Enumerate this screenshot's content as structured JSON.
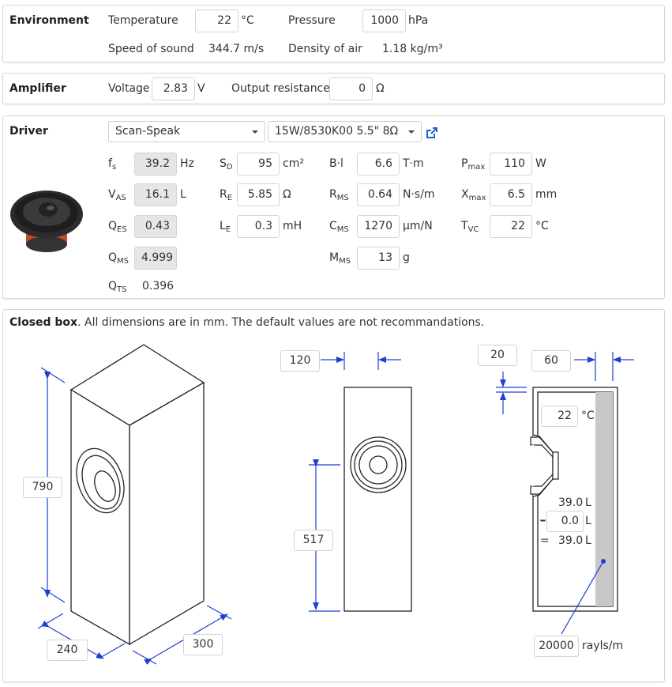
{
  "environment": {
    "title": "Environment",
    "temperature_label": "Temperature",
    "temperature_value": "22",
    "temperature_unit": "°C",
    "pressure_label": "Pressure",
    "pressure_value": "1000",
    "pressure_unit": "hPa",
    "speed_label": "Speed of sound",
    "speed_value": "344.7 m/s",
    "density_label": "Density of air",
    "density_value": "1.18 kg/m³"
  },
  "amplifier": {
    "title": "Amplifier",
    "voltage_label": "Voltage",
    "voltage_value": "2.83",
    "voltage_unit": "V",
    "resistance_label": "Output resistance",
    "resistance_value": "0",
    "resistance_unit": "Ω"
  },
  "driver": {
    "title": "Driver",
    "brand": "Scan-Speak",
    "model": "15W/8530K00  5.5\" 8Ω",
    "external_link_icon": "external-link-icon",
    "image_icon": "speaker-driver-image",
    "params": {
      "fs": {
        "main": "f",
        "sub": "s",
        "value": "39.2",
        "unit": "Hz"
      },
      "vas": {
        "main": "V",
        "sub": "AS",
        "value": "16.1",
        "unit": "L"
      },
      "qes": {
        "main": "Q",
        "sub": "ES",
        "value": "0.43",
        "unit": ""
      },
      "qms": {
        "main": "Q",
        "sub": "MS",
        "value": "4.999",
        "unit": ""
      },
      "qts": {
        "main": "Q",
        "sub": "TS",
        "value": "0.396",
        "unit": ""
      },
      "sd": {
        "main": "S",
        "sub": "D",
        "value": "95",
        "unit": "cm²"
      },
      "re": {
        "main": "R",
        "sub": "E",
        "value": "5.85",
        "unit": "Ω"
      },
      "le": {
        "main": "L",
        "sub": "E",
        "value": "0.3",
        "unit": "mH"
      },
      "bl": {
        "main": "B·l",
        "sub": "",
        "value": "6.6",
        "unit": "T·m"
      },
      "rms": {
        "main": "R",
        "sub": "MS",
        "value": "0.64",
        "unit": "N·s/m"
      },
      "cms": {
        "main": "C",
        "sub": "MS",
        "value": "1270",
        "unit": "µm/N"
      },
      "mms": {
        "main": "M",
        "sub": "MS",
        "value": "13",
        "unit": "g"
      },
      "pmax": {
        "main": "P",
        "sub": "max",
        "value": "110",
        "unit": "W"
      },
      "xmax": {
        "main": "X",
        "sub": "max",
        "value": "6.5",
        "unit": "mm"
      },
      "tvc": {
        "main": "T",
        "sub": "VC",
        "value": "22",
        "unit": "°C"
      }
    }
  },
  "closed_box": {
    "title": "Closed box",
    "description": ". All dimensions are in mm. The default values are not recommandations.",
    "height": "790",
    "width": "240",
    "depth": "300",
    "front_width": "120",
    "driver_height": "517",
    "wall_thickness": "20",
    "damping_thickness": "60",
    "box_temperature": "22",
    "box_temperature_unit": "°C",
    "volume_gross": "39.0",
    "volume_gross_unit": "L",
    "volume_minus_label": "–",
    "volume_minus": "0.0",
    "volume_minus_unit": "L",
    "volume_equals_label": "=",
    "volume_net": "39.0",
    "volume_net_unit": "L",
    "flow_resistivity": "20000",
    "flow_resistivity_unit": "rayls/m",
    "colors": {
      "dimension": "#1f3fd0",
      "damping": "#c8c8c8",
      "outline": "#222222"
    }
  }
}
